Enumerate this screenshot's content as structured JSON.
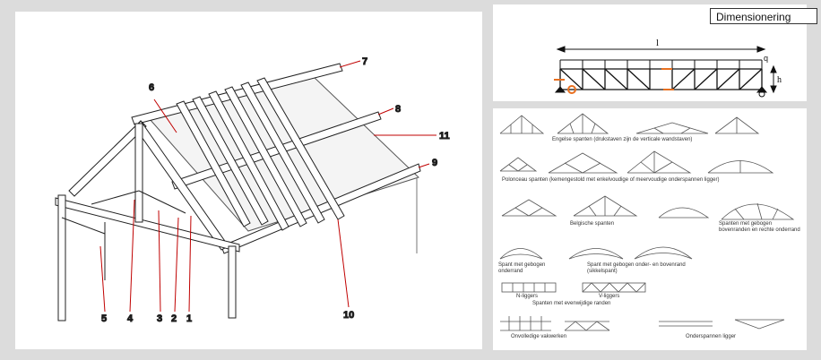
{
  "roof": {
    "labels": [
      "1",
      "2",
      "3",
      "4",
      "5",
      "6",
      "7",
      "8",
      "9",
      "10",
      "11"
    ]
  },
  "dimension": {
    "title": "Dimensionering",
    "span_symbol": "l",
    "load_symbol": "q",
    "height_symbol": "h"
  },
  "truss_types": {
    "captions": [
      "Engelse spanten (drukstaven zijn de verticale wandstaven)",
      "Polonceau spanten (kemengestold met enkelvoudige of meervoudige onderspannen ligger)",
      "Belgische spanten",
      "Spanten met gebogen bovenranden en rechte onderrand",
      "Spant met gebogen onderrand",
      "Spant met gebogen onder- en bovenrand (sikkelspant)",
      "N-liggers",
      "V-liggers",
      "Spanten met evenwijdige randen",
      "Onvolledige vakwerken",
      "Onderspannen ligger"
    ]
  },
  "colors": {
    "leader": "#c00000",
    "accent": "#e87020",
    "line": "#222222"
  }
}
